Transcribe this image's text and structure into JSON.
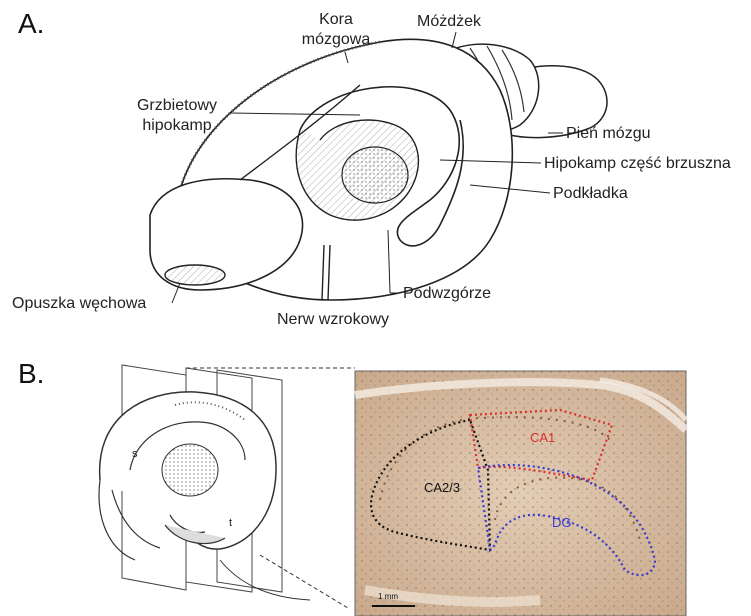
{
  "panel_a": {
    "letter": "A.",
    "labels": {
      "kora_line1": "Kora",
      "kora_line2": "mózgowa",
      "mozdzek": "Móżdżek",
      "grzbietowy_line1": "Grzbietowy",
      "grzbietowy_line2": "hipokamp",
      "pien": "Pień mózgu",
      "hipokamp_brzuszna": "Hipokamp część brzuszna",
      "podkladka": "Podkładka",
      "opuszka": "Opuszka węchowa",
      "podwzgorze": "Podwzgórze",
      "nerw": "Nerw wzrokowy"
    }
  },
  "panel_b": {
    "letter": "B.",
    "hippo_marks": {
      "s": "s",
      "t": "t"
    },
    "micrograph_labels": {
      "ca1": "CA1",
      "ca23": "CA2/3",
      "dg": "DG",
      "scale": "1 mm"
    },
    "colors": {
      "ca1": "#d93030",
      "dg": "#3a3ad0",
      "ca23": "#111111",
      "tissue": "#d7bfa5"
    }
  }
}
